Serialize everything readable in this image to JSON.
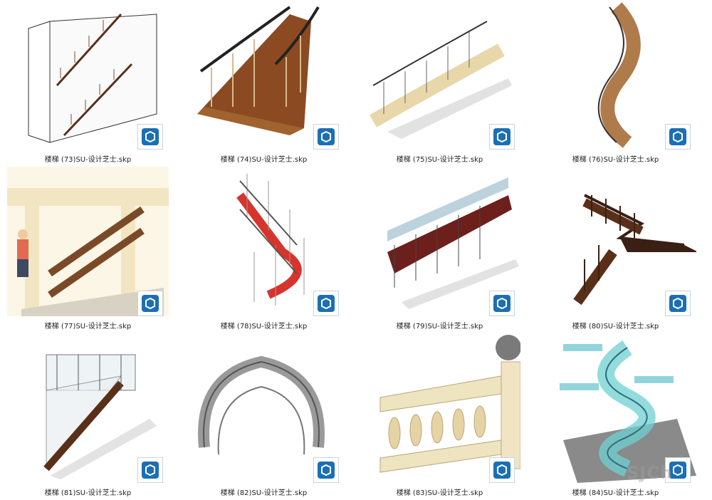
{
  "files": [
    {
      "name": "楼梯 (73)SU-设计芝士.skp"
    },
    {
      "name": "楼梯 (74)SU-设计芝士.skp"
    },
    {
      "name": "楼梯 (75)SU-设计芝士.skp"
    },
    {
      "name": "楼梯 (76)SU-设计芝士.skp"
    },
    {
      "name": "楼梯 (77)SU-设计芝士.skp"
    },
    {
      "name": "楼梯 (78)SU-设计芝士.skp"
    },
    {
      "name": "楼梯 (79)SU-设计芝士.skp"
    },
    {
      "name": "楼梯 (80)SU-设计芝士.skp"
    },
    {
      "name": "楼梯 (81)SU-设计芝士.skp"
    },
    {
      "name": "楼梯 (82)SU-设计芝士.skp"
    },
    {
      "name": "楼梯 (83)SU-设计芝士.skp"
    },
    {
      "name": "楼梯 (84)SU-设计芝士.skp"
    }
  ],
  "icons": {
    "file_badge": "sketchup-icon"
  },
  "colors": {
    "badge_blue": "#1a6fb5",
    "caption": "#222222"
  },
  "watermark": {
    "text": "SJCh"
  }
}
